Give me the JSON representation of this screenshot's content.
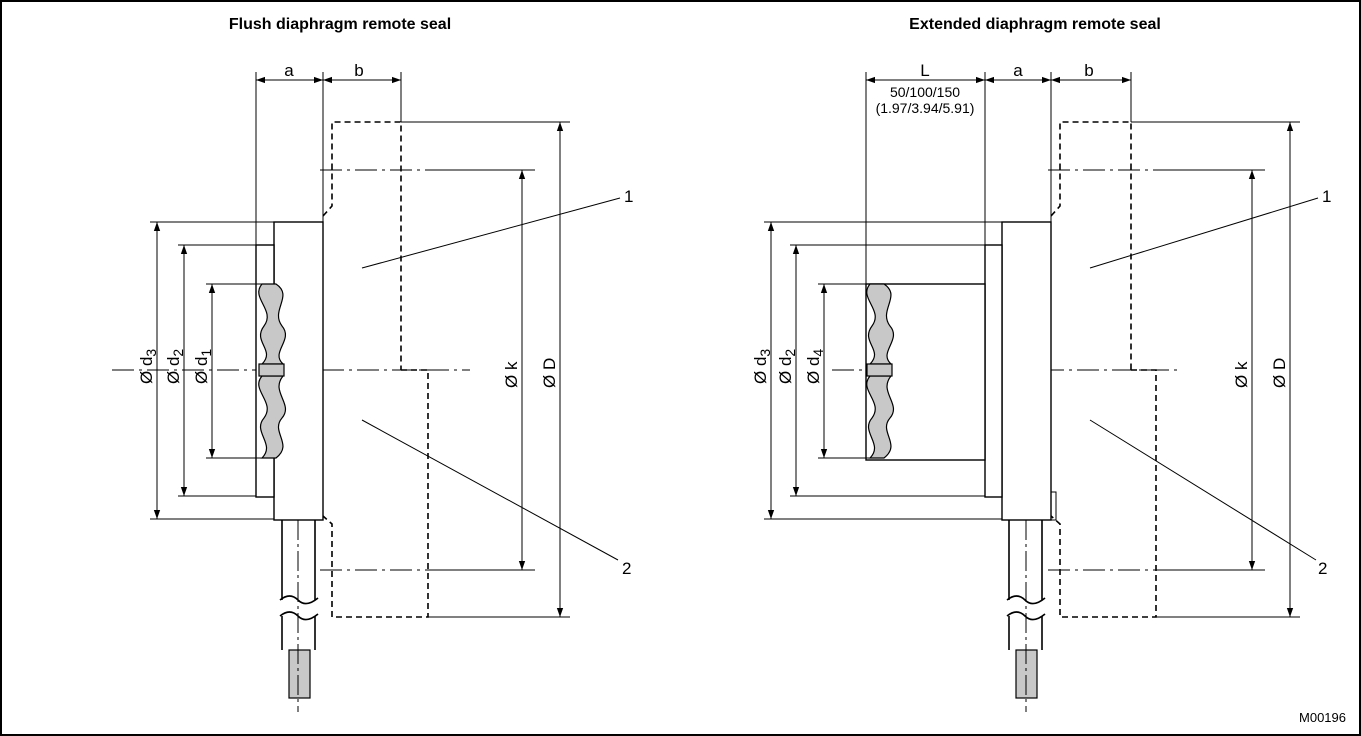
{
  "left_view": {
    "title": "Flush diaphragm remote seal",
    "dim_a": "a",
    "dim_b": "b",
    "dim_d3": "Ø d",
    "sub_d3": "3",
    "dim_d2": "Ø d",
    "sub_d2": "2",
    "dim_d1": "Ø d",
    "sub_d1": "1",
    "dim_k": "Ø k",
    "dim_D": "Ø D",
    "callout_1": "1",
    "callout_2": "2"
  },
  "right_view": {
    "title": "Extended diaphragm remote seal",
    "dim_L": "L",
    "dim_L_mm": "50/100/150",
    "dim_L_in": "(1.97/3.94/5.91)",
    "dim_a": "a",
    "dim_b": "b",
    "dim_d3": "Ø d",
    "sub_d3": "3",
    "dim_d2": "Ø d",
    "sub_d2": "2",
    "dim_d4": "Ø d",
    "sub_d4": "4",
    "dim_k": "Ø k",
    "dim_D": "Ø D",
    "callout_1": "1",
    "callout_2": "2"
  },
  "drawing_code": "M00196"
}
